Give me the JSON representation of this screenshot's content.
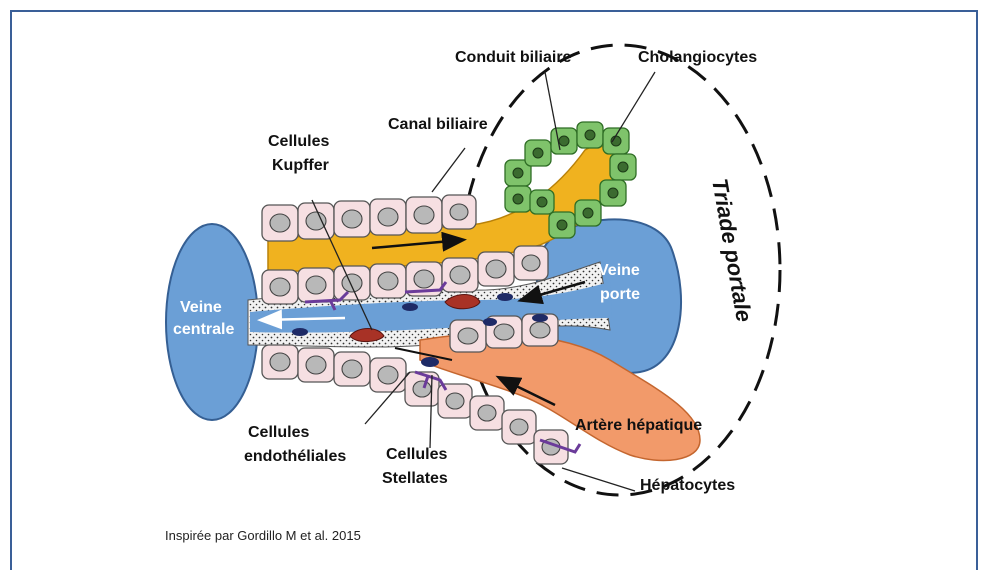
{
  "labels": {
    "conduit_biliaire": "Conduit biliaire",
    "cholangiocytes": "Cholangiocytes",
    "cellules_kupffer_1": "Cellules",
    "cellules_kupffer_2": "Kupffer",
    "canal_biliaire": "Canal biliaire",
    "triade_portale": "Triade portale",
    "veine_porte_1": "Veine",
    "veine_porte_2": "porte",
    "veine_centrale_1": "Veine",
    "veine_centrale_2": "centrale",
    "cellules_endotheliales_1": "Cellules",
    "cellules_endotheliales_2": "endothéliales",
    "cellules_stellates_1": "Cellules",
    "cellules_stellates_2": "Stellates",
    "artere_hepatique": "Artère hépatique",
    "hepatocytes": "Hépatocytes"
  },
  "caption": "Inspirée par Gordillo M et al. 2015",
  "colors": {
    "border": "#3a5f98",
    "bile": "#f0b21f",
    "vein": "#6b9fd6",
    "artery": "#f29a6a",
    "hepatocyte": "#f6dfe2",
    "cholangiocyte": "#7fc36b",
    "kupffer": "#a83226",
    "stellate": "#6b3b9a"
  }
}
